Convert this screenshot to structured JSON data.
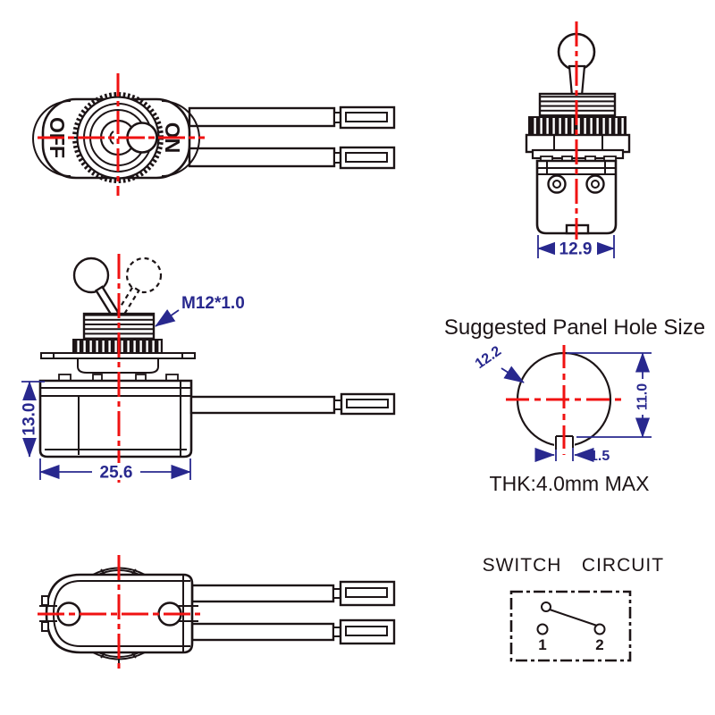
{
  "drawing": {
    "type": "toggle-switch-technical-drawing",
    "colors": {
      "centerline_red": "#f01212",
      "dimension_blue": "#28288e",
      "outline_black": "#1c1416"
    }
  },
  "top_view": {
    "off_label": "OFF",
    "on_label": "ON"
  },
  "front_view": {
    "width_dim": "12.9"
  },
  "side_view": {
    "thread_label": "M12*1.0",
    "height_dim": "13.0",
    "width_dim": "25.6"
  },
  "panel_hole": {
    "title": "Suggested Panel Hole Size",
    "diameter_dim": "12.2",
    "flat_height_dim": "11.0",
    "notch_dim": "1.5",
    "thickness_note": "THK:4.0mm MAX"
  },
  "circuit": {
    "title_word1": "SWITCH",
    "title_word2": "CIRCUIT",
    "terminal_1": "1",
    "terminal_2": "2"
  }
}
